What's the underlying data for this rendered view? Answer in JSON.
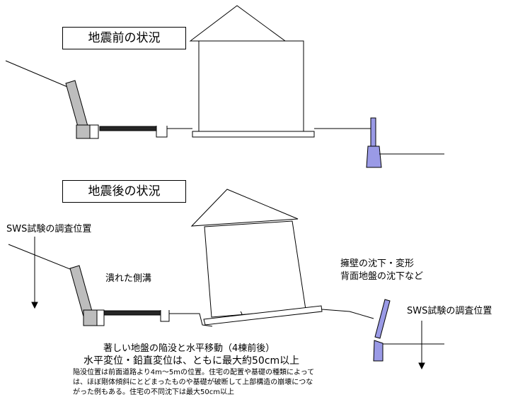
{
  "titles": {
    "before": "地震前の状況",
    "after": "地震後の状況"
  },
  "labels": {
    "sws_left": "SWS試験の調査位置",
    "sws_right": "SWS試験の調査位置",
    "crushed_gutter": "潰れた側溝",
    "retaining_wall_line1": "擁壁の沈下・変形",
    "retaining_wall_line2": "背面地盤の沈下など"
  },
  "caption": {
    "line1": "著しい地盤の陥没と水平移動（4棟前後）",
    "line2": "水平変位・鉛直変位は、ともに最大約50cm以上",
    "line3": "陥没位置は前面道路より4m～5mの位置。住宅の配置や基礎の種類によって",
    "line4": "は、ほぼ剛体傾斜にとどまったものや基礎が破断して上部構造の崩壊につな",
    "line5": "がった例もある。住宅の不同沈下は最大50cm以上"
  },
  "colors": {
    "wall_gray": "#bdbdbd",
    "pipe_dark": "#262626",
    "pile_lavender": "#9a9ae6",
    "line": "#000000"
  }
}
